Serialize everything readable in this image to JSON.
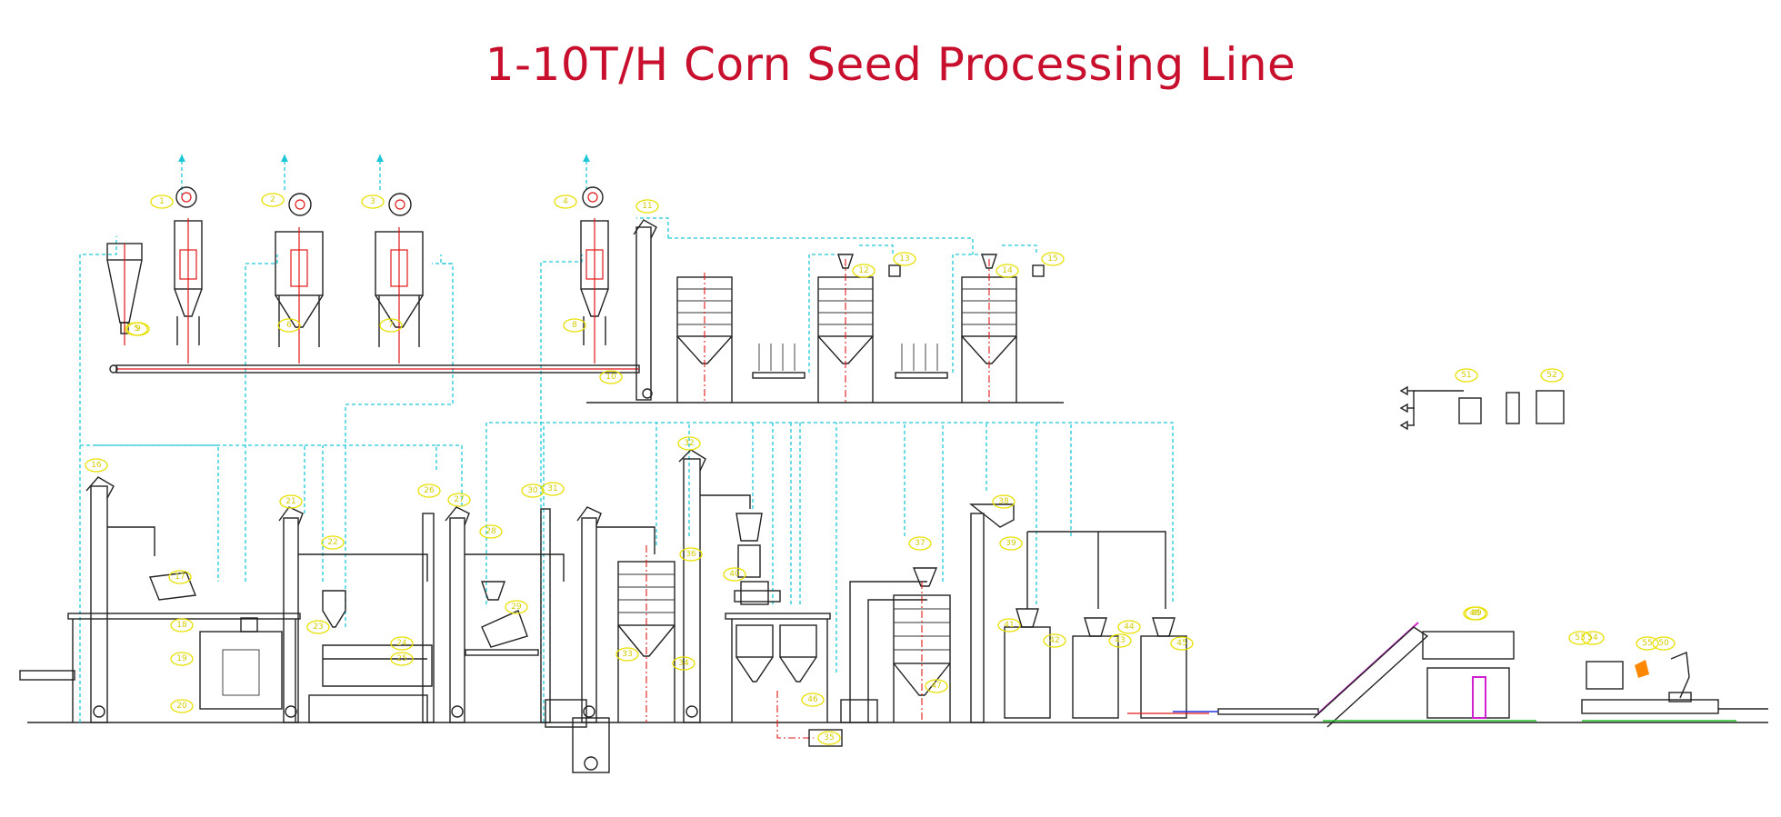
{
  "title": "1-10T/H Corn Seed Processing Line",
  "colors": {
    "title": "#c8102e",
    "duct": "#1cc8d8",
    "tag": "#e8e000",
    "equipment": "#222222",
    "centerline": "#e01818",
    "conveyor": "#d020d0",
    "base": "#22c022"
  },
  "tags": [
    "1",
    "2",
    "3",
    "4",
    "5",
    "6",
    "7",
    "8",
    "9",
    "10",
    "11",
    "12",
    "13",
    "14",
    "15",
    "16",
    "17",
    "18",
    "19",
    "20",
    "21",
    "22",
    "23",
    "24",
    "25",
    "26",
    "27",
    "28",
    "29",
    "30",
    "31",
    "32",
    "33",
    "34",
    "35",
    "36",
    "37",
    "38",
    "39",
    "40",
    "41",
    "42",
    "43",
    "44",
    "45",
    "46",
    "47",
    "48",
    "49",
    "50",
    "51",
    "52",
    "53",
    "54",
    "55"
  ]
}
